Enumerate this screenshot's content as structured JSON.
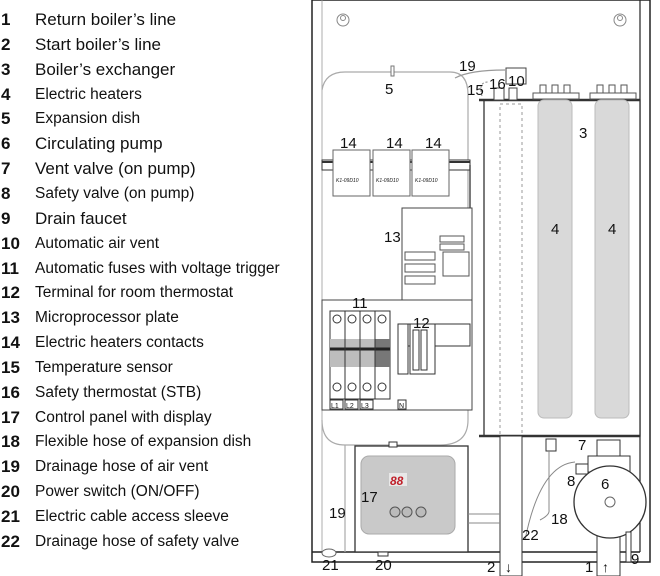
{
  "legend": [
    {
      "num": "1",
      "label": "Return boiler’s line"
    },
    {
      "num": "2",
      "label": "Start boiler’s line"
    },
    {
      "num": "3",
      "label": "Boiler’s exchanger"
    },
    {
      "num": "4",
      "label": "Electric heaters"
    },
    {
      "num": "5",
      "label": "Expansion dish"
    },
    {
      "num": "6",
      "label": "Circulating pump"
    },
    {
      "num": "7",
      "label": "Vent valve (on pump)"
    },
    {
      "num": "8",
      "label": "Safety valve (on pump)"
    },
    {
      "num": "9",
      "label": "Drain faucet"
    },
    {
      "num": "10",
      "label": "Automatic air vent"
    },
    {
      "num": "11",
      "label": "Automatic fuses with voltage trigger"
    },
    {
      "num": "12",
      "label": "Terminal for room thermostat"
    },
    {
      "num": "13",
      "label": "Microprocessor plate"
    },
    {
      "num": "14",
      "label": "Electric heaters contacts"
    },
    {
      "num": "15",
      "label": "Temperature sensor"
    },
    {
      "num": "16",
      "label": "Safety thermostat (STB)"
    },
    {
      "num": "17",
      "label": "Control panel with display"
    },
    {
      "num": "18",
      "label": "Flexible hose of expansion dish"
    },
    {
      "num": "19",
      "label": "Drainage hose of air vent"
    },
    {
      "num": "20",
      "label": "Power switch (ON/OFF)"
    },
    {
      "num": "21",
      "label": "Electric cable access sleeve"
    },
    {
      "num": "22",
      "label": "Drainage hose of safety valve"
    }
  ],
  "diagram": {
    "callouts": [
      "5",
      "19",
      "15",
      "16",
      "10",
      "3",
      "14",
      "14",
      "14",
      "13",
      "4",
      "4",
      "11",
      "12",
      "17",
      "19",
      "7",
      "8",
      "6",
      "18",
      "22",
      "21",
      "20",
      "2",
      "1",
      "9"
    ],
    "terminals": [
      "L1",
      "L2",
      "L3",
      "N"
    ],
    "contactor_model": "K1-09D10",
    "display": "88"
  }
}
